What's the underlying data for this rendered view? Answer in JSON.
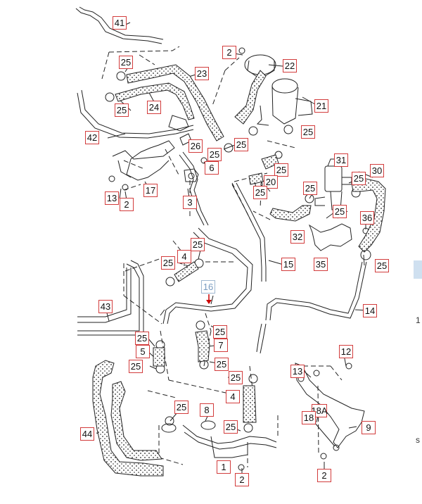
{
  "callouts": [
    {
      "id": "41",
      "label": "41"
    },
    {
      "id": "25a",
      "label": "25"
    },
    {
      "id": "23",
      "label": "23"
    },
    {
      "id": "2a",
      "label": "2"
    },
    {
      "id": "22",
      "label": "22"
    },
    {
      "id": "25b",
      "label": "25"
    },
    {
      "id": "24",
      "label": "24"
    },
    {
      "id": "21",
      "label": "21"
    },
    {
      "id": "42",
      "label": "42"
    },
    {
      "id": "26",
      "label": "26"
    },
    {
      "id": "25c",
      "label": "25"
    },
    {
      "id": "25d",
      "label": "25"
    },
    {
      "id": "25e",
      "label": "25"
    },
    {
      "id": "6",
      "label": "6"
    },
    {
      "id": "31",
      "label": "31"
    },
    {
      "id": "25f",
      "label": "25"
    },
    {
      "id": "20",
      "label": "20"
    },
    {
      "id": "25g",
      "label": "25"
    },
    {
      "id": "30",
      "label": "30"
    },
    {
      "id": "25h",
      "label": "25"
    },
    {
      "id": "13a",
      "label": "13"
    },
    {
      "id": "2b",
      "label": "2"
    },
    {
      "id": "17",
      "label": "17"
    },
    {
      "id": "3",
      "label": "3"
    },
    {
      "id": "25i",
      "label": "25"
    },
    {
      "id": "25j",
      "label": "25"
    },
    {
      "id": "36",
      "label": "36"
    },
    {
      "id": "32",
      "label": "32"
    },
    {
      "id": "4a",
      "label": "4"
    },
    {
      "id": "25k",
      "label": "25"
    },
    {
      "id": "25l",
      "label": "25"
    },
    {
      "id": "15",
      "label": "15"
    },
    {
      "id": "35",
      "label": "35"
    },
    {
      "id": "25m",
      "label": "25"
    },
    {
      "id": "16",
      "label": "16"
    },
    {
      "id": "43",
      "label": "43"
    },
    {
      "id": "14",
      "label": "14"
    },
    {
      "id": "25n",
      "label": "25"
    },
    {
      "id": "25o",
      "label": "25"
    },
    {
      "id": "7",
      "label": "7"
    },
    {
      "id": "5",
      "label": "5"
    },
    {
      "id": "12",
      "label": "12"
    },
    {
      "id": "25p",
      "label": "25"
    },
    {
      "id": "25q",
      "label": "25"
    },
    {
      "id": "25r",
      "label": "25"
    },
    {
      "id": "13b",
      "label": "13"
    },
    {
      "id": "4b",
      "label": "4"
    },
    {
      "id": "25s",
      "label": "25"
    },
    {
      "id": "8",
      "label": "8"
    },
    {
      "id": "18A",
      "label": "18A"
    },
    {
      "id": "44",
      "label": "44"
    },
    {
      "id": "25t",
      "label": "25"
    },
    {
      "id": "18",
      "label": "18"
    },
    {
      "id": "9",
      "label": "9"
    },
    {
      "id": "1",
      "label": "1"
    },
    {
      "id": "2c",
      "label": "2"
    },
    {
      "id": "2d",
      "label": "2"
    }
  ],
  "edge_text": [
    "1",
    "s"
  ]
}
